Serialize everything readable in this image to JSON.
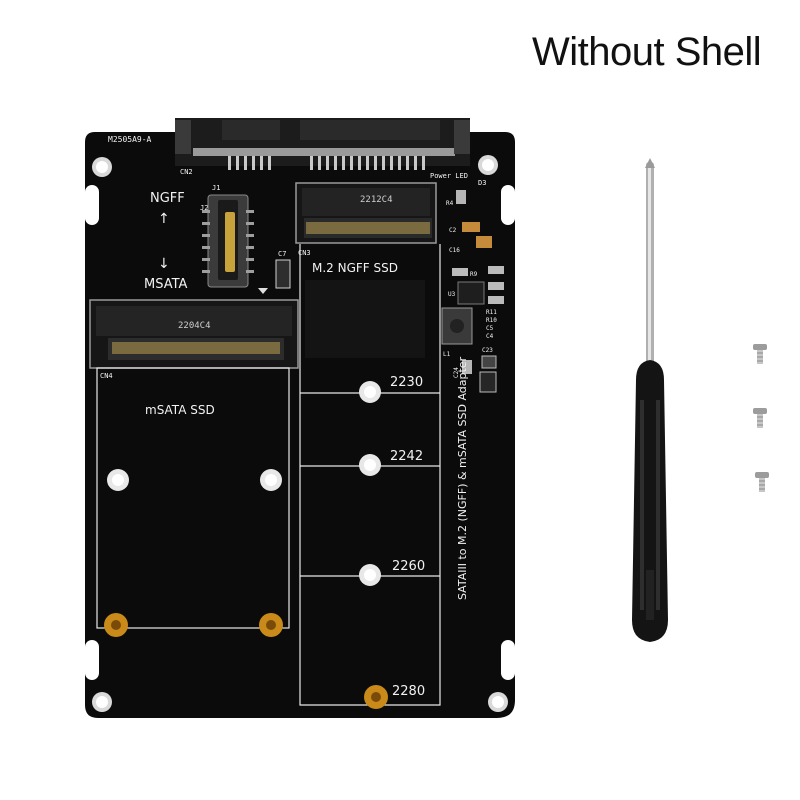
{
  "title": "Without Shell",
  "board": {
    "model_code": "M2505A9-A",
    "cn2": "CN2",
    "cn3": "CN3",
    "cn4": "CN4",
    "power_led": "Power LED",
    "j1": "J1",
    "j2": "J2",
    "c7": "C7",
    "ngff_label": "NGFF",
    "msata_label": "MSATA",
    "m2_slot_label": "M.2   NGFF SSD",
    "msata_slot_label": "mSATA SSD",
    "side_label": "SATAIII to M.2 (NGFF) & mSATA SSD Adapter",
    "slot_code_top": "2212C4",
    "slot_code_left": "2204C4",
    "sizes": [
      "2230",
      "2242",
      "2260",
      "2280"
    ],
    "components": {
      "d3": "D3",
      "r4": "R4",
      "c2": "C2",
      "c16": "C16",
      "r9": "R9",
      "u3": "U3",
      "r11": "R11",
      "r10": "R10",
      "c5": "C5",
      "c4": "C4",
      "l1": "L1",
      "c23": "C23",
      "c24": "C24"
    }
  },
  "accessories": {
    "screwdriver": "screwdriver",
    "screws": 3
  }
}
